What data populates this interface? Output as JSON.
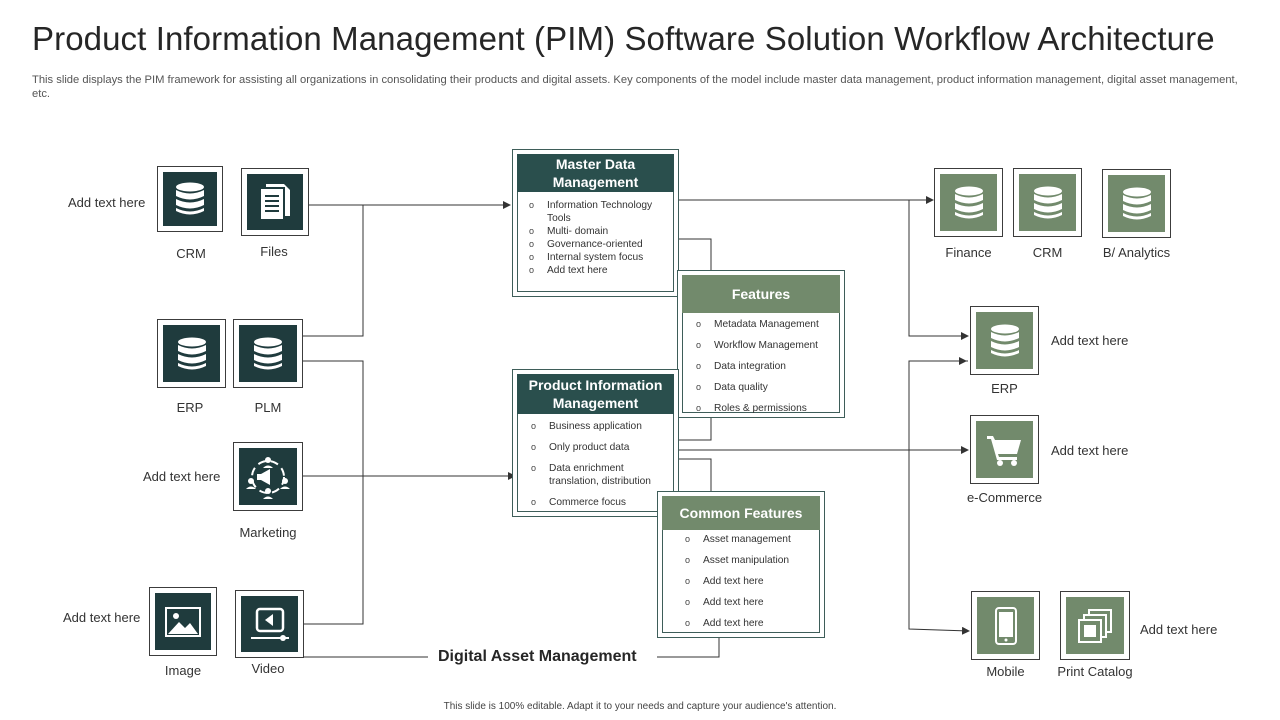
{
  "title": "Product Information Management (PIM) Software Solution Workflow Architecture",
  "subtitle": "This slide displays the PIM framework for assisting all organizations in consolidating their products and digital assets. Key components of the model include master data management, product information management, digital asset management, etc.",
  "footer": "This slide is 100% editable. Adapt it to your needs and capture your audience's attention.",
  "left": {
    "crm_label": "CRM",
    "files_label": "Files",
    "erp_label": "ERP",
    "plm_label": "PLM",
    "marketing_label": "Marketing",
    "image_label": "Image",
    "video_label": "Video",
    "add_text_1": "Add text here",
    "add_text_2": "Add text here",
    "add_text_3": "Add text here"
  },
  "mdm": {
    "title": "Master Data Management",
    "items": [
      "Information Technology Tools",
      "Multi- domain",
      "Governance-oriented",
      "Internal system focus",
      "Add text here"
    ]
  },
  "features": {
    "title": "Features",
    "items": [
      "Metadata Management",
      "Workflow  Management",
      "Data  integration",
      "Data  quality",
      "Roles & permissions"
    ]
  },
  "pim": {
    "title": "Product Information Management",
    "items": [
      "Business application",
      "Only product data",
      "Data enrichment translation, distribution",
      "Commerce  focus"
    ]
  },
  "common": {
    "title": "Common Features",
    "items": [
      "Asset management",
      "Asset manipulation",
      "Add text here",
      "Add text here",
      "Add text here"
    ]
  },
  "dam_label": "Digital Asset Management",
  "right": {
    "finance_label": "Finance",
    "crm_label": "CRM",
    "analytics_label": "B/ Analytics",
    "erp_label": "ERP",
    "ecommerce_label": "e-Commerce",
    "mobile_label": "Mobile",
    "print_label": "Print Catalog",
    "add_text_erp": "Add text here",
    "add_text_ecommerce": "Add text here",
    "add_text_print": "Add text here"
  },
  "colors": {
    "dark_teal": "#1f3b3d",
    "sage_green": "#728a6c",
    "header_teal": "#2a4f4d"
  },
  "icons": {
    "crm": "database-icon",
    "files": "document-icon",
    "erp": "database-icon",
    "plm": "database-icon",
    "marketing": "megaphone-team-icon",
    "image": "picture-icon",
    "video": "video-player-icon",
    "finance": "database-icon",
    "ecommerce": "shopping-cart-icon",
    "mobile": "smartphone-icon",
    "print": "stacked-pages-icon"
  }
}
